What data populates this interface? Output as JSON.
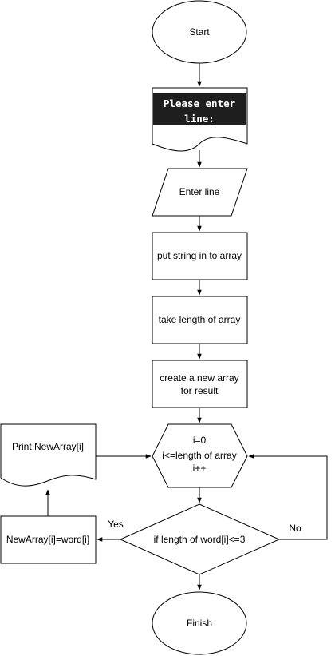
{
  "diagram": {
    "nodes": {
      "start": "Start",
      "prompt_line1": "Please enter",
      "prompt_line2": "line:",
      "input": "Enter line",
      "put_string": "put string in to array",
      "take_length": "take length of array",
      "create_array_line1": "create a new array",
      "create_array_line2": "for result",
      "loop_line1": "i=0",
      "loop_line2": "i<=length of array",
      "loop_line3": "i++",
      "print": "Print NewArray[i]",
      "condition": "if length of word[i]<=3",
      "assign": "NewArray[i]=word[i]",
      "finish": "Finish"
    },
    "edge_labels": {
      "yes": "Yes",
      "no": "No"
    },
    "colors": {
      "stroke": "#000000",
      "fill": "#ffffff",
      "prompt_background": "#1e1e1e",
      "prompt_text": "#ffffff"
    }
  }
}
